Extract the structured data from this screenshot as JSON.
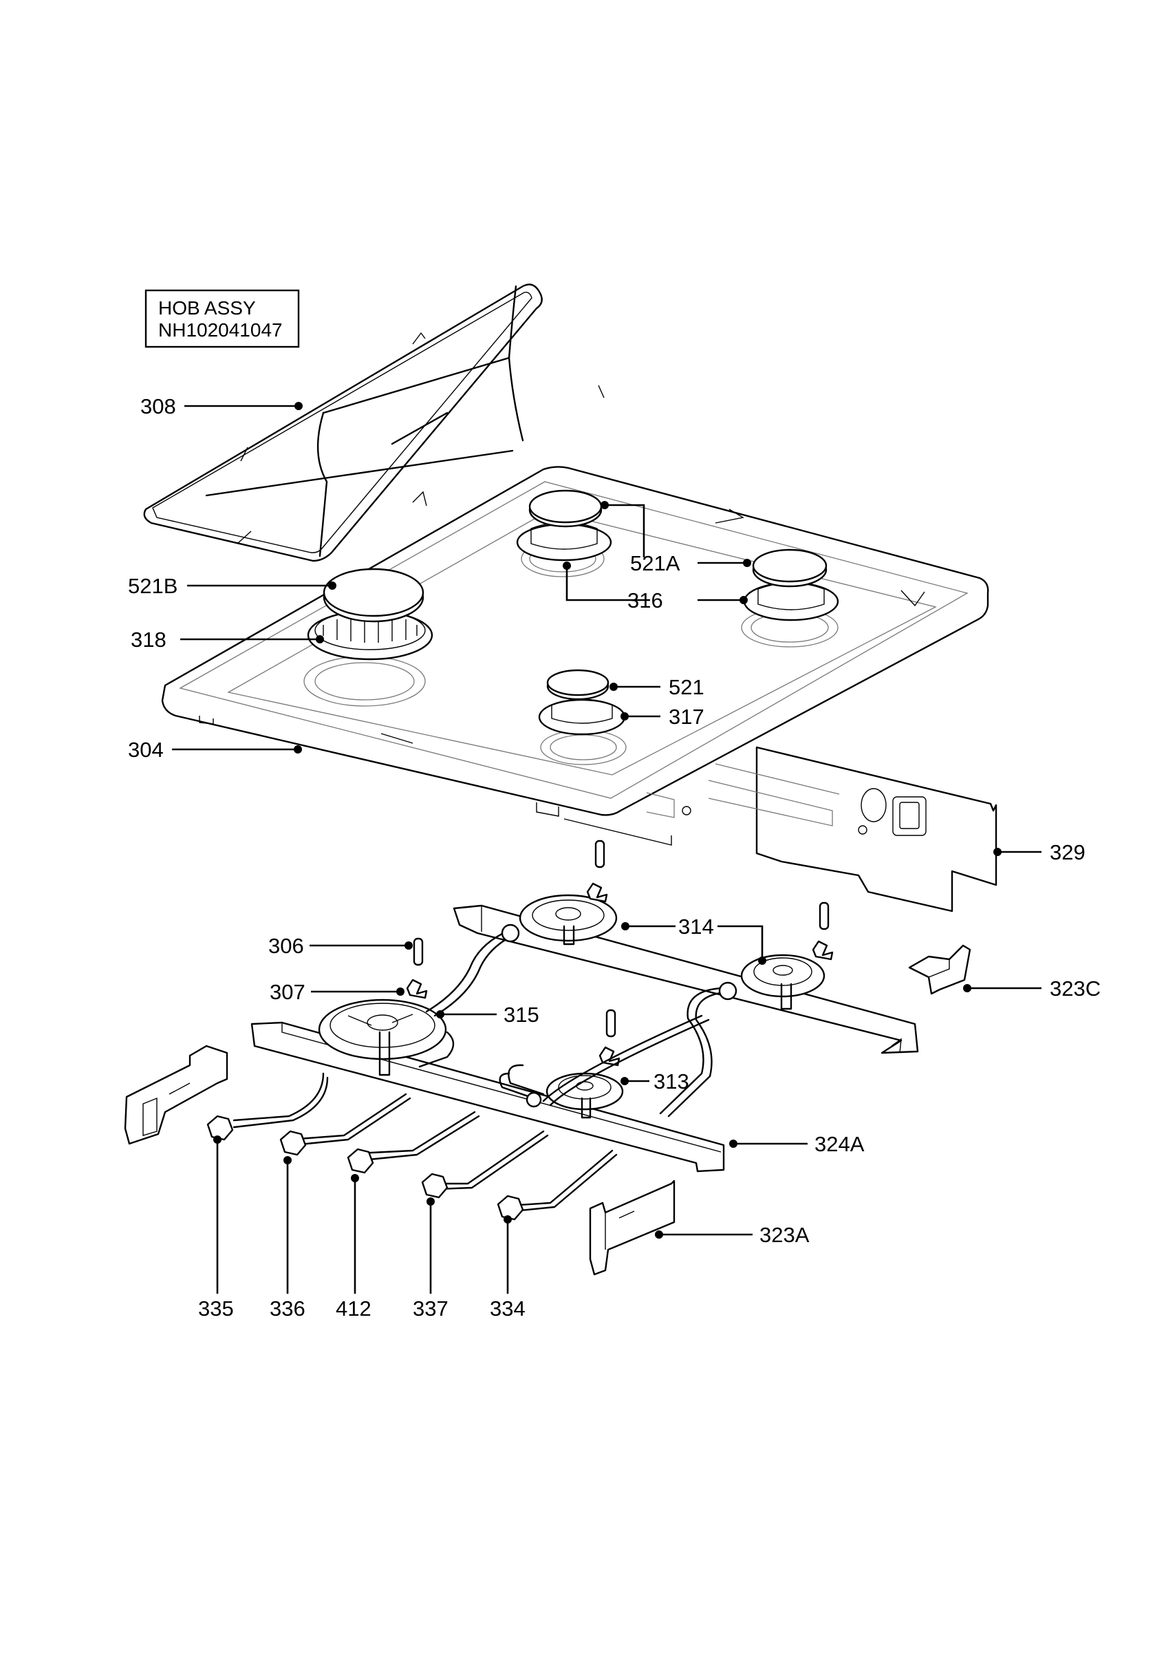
{
  "title": {
    "line1": "HOB ASSY",
    "line2": "NH102041047"
  },
  "callouts": {
    "c308": "308",
    "c521B": "521B",
    "c318": "318",
    "c304": "304",
    "c521A": "521A",
    "c316": "316",
    "c521": "521",
    "c317": "317",
    "c329": "329",
    "c306": "306",
    "c307": "307",
    "c314": "314",
    "c315": "315",
    "c323C": "323C",
    "c313": "313",
    "c324A": "324A",
    "c323A": "323A",
    "c335": "335",
    "c336": "336",
    "c412": "412",
    "c337": "337",
    "c334": "334"
  }
}
